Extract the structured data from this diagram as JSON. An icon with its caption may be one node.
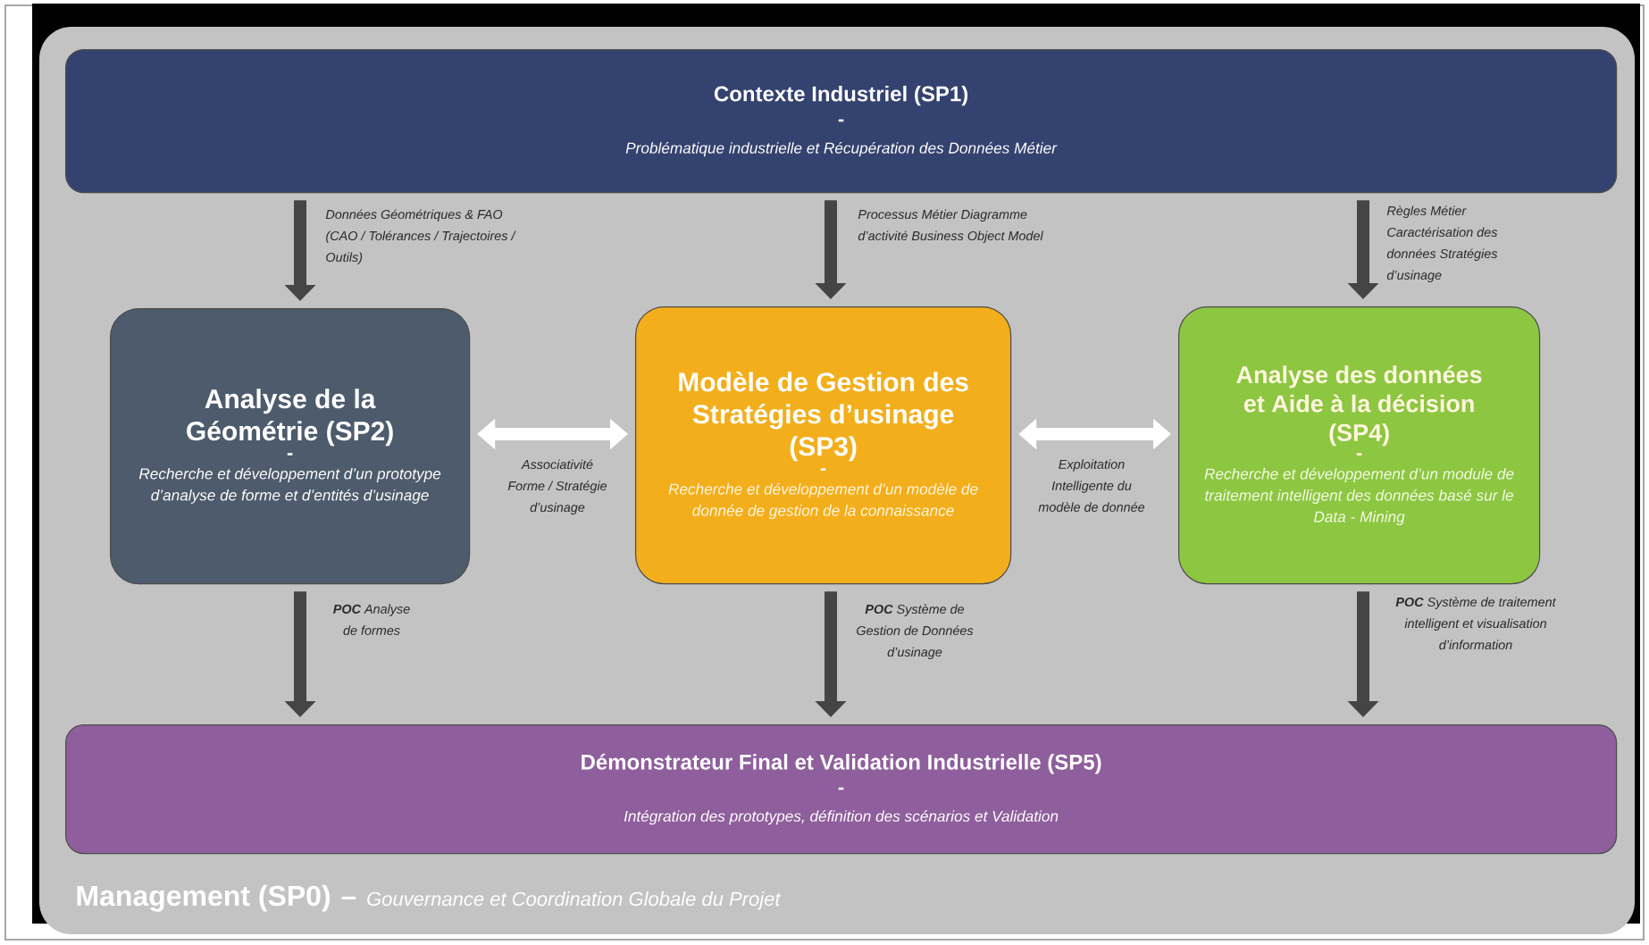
{
  "diagram": {
    "nodes": [
      {
        "text": [
          "Management (SP0)",
          "–",
          "Gouvernance et Coordination Globale du Projet"
        ]
      },
      {
        "text": [
          "Contexte Industriel (SP1)",
          "-",
          "Problématique industrielle et Récupération des Données Métier"
        ],
        "in": 0
      },
      {
        "text": [
          "Analyse de la Géométrie (SP2)",
          "-",
          "Recherche et développement d’un prototype d’analyse de forme et d’entités d’usinage"
        ],
        "in": 0
      },
      {
        "text": [
          "Modèle de Gestion des Stratégies d’usinage (SP3)",
          "-",
          "Recherche et développement d’un modèle de donnée de gestion de la connaissance"
        ],
        "in": 0
      },
      {
        "text": [
          "Analyse des données et Aide à la décision (SP4)",
          "-",
          "Recherche et développement d’un module de traitement intelligent des données basé sur le Data - Mining"
        ],
        "in": 0
      },
      {
        "text": [
          "Démonstrateur Final et Validation Industrielle (SP5)",
          "-",
          "Intégration des prototypes, définition des scénarios et Validation"
        ],
        "in": 0
      }
    ],
    "edges": [
      {
        "from": 1,
        "to": 2,
        "arrow": "to",
        "label": "Données Géométriques & FAO (CAO / Tolérances / Trajectoires / Outils)"
      },
      {
        "from": 1,
        "to": 3,
        "arrow": "to",
        "label": "Processus Métier Diagramme d’activité Business Object Model"
      },
      {
        "from": 1,
        "to": 4,
        "arrow": "to",
        "label": "Règles Métier Caractérisation des données Stratégies d’usinage"
      },
      {
        "from": 2,
        "to": 3,
        "arrow": "both",
        "color": "#ffffff",
        "label": "Associativité Forme / Stratégie d’usinage"
      },
      {
        "from": 3,
        "to": 4,
        "arrow": "both",
        "color": "#ffffff",
        "label": "Exploitation Intelligente du modèle de donnée"
      },
      {
        "from": 2,
        "to": 5,
        "arrow": "to",
        "label": "**POC** Analyse de formes"
      },
      {
        "from": 3,
        "to": 5,
        "arrow": "to",
        "label": "**POC** Système de Gestion de Données d’usinage"
      },
      {
        "from": 4,
        "to": 5,
        "arrow": "to",
        "label": "**POC** Système de traitement intelligent et visualisation d’information"
      }
    ]
  }
}
